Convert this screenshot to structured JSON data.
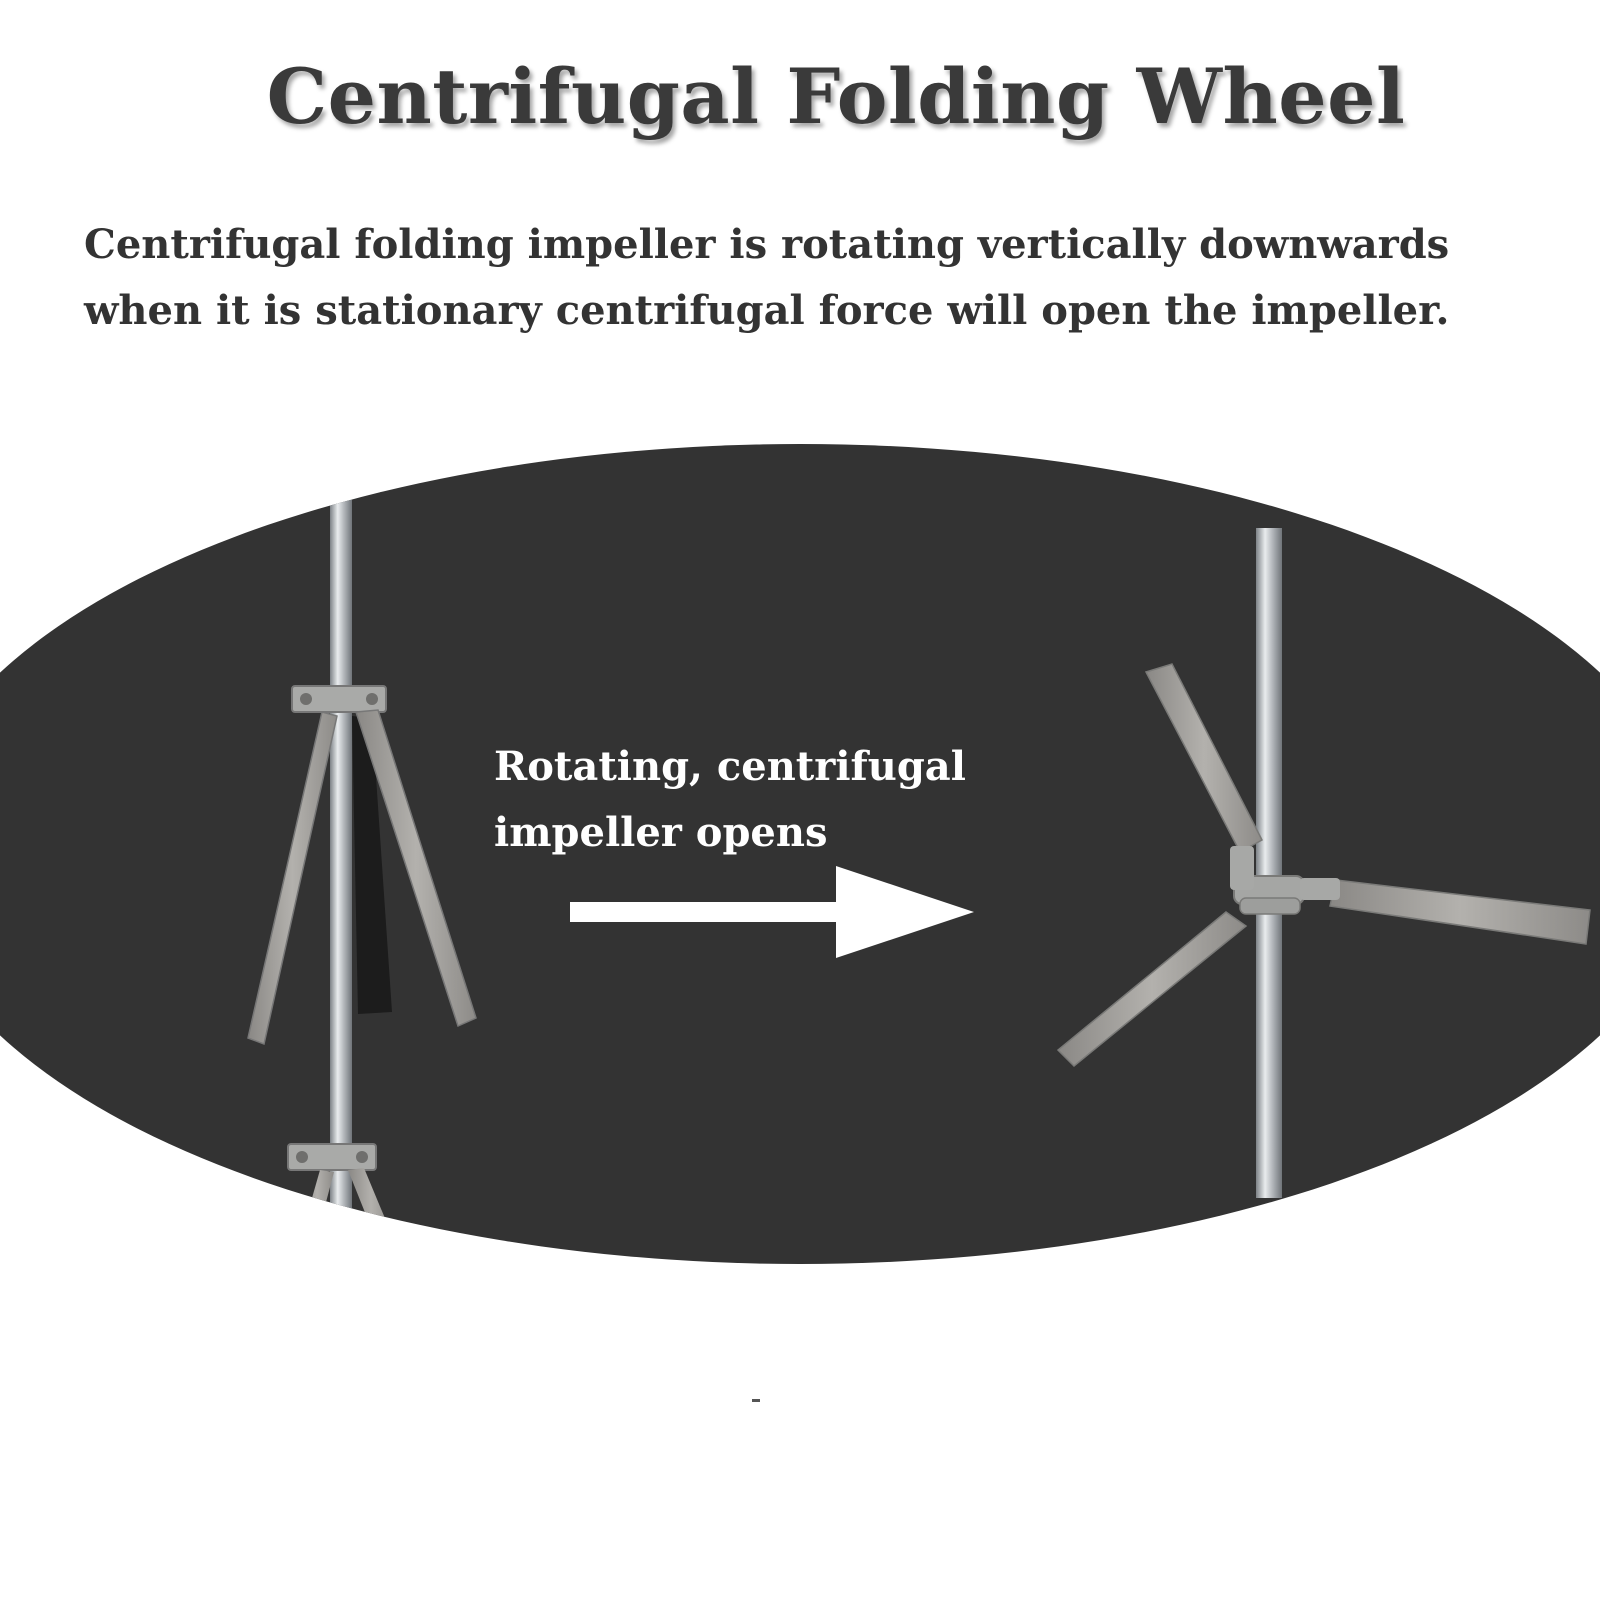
{
  "title": "Centrifugal Folding Wheel",
  "description": {
    "line1": "Centrifugal folding impeller is rotating vertically downwards",
    "line2": "when it is stationary centrifugal force will open the impeller."
  },
  "caption": {
    "line1": "Rotating, centrifugal",
    "line2": "impeller opens"
  },
  "colors": {
    "background": "#ffffff",
    "ellipse": "#333333",
    "title_text": "#3a3a3a",
    "caption_text": "#ffffff",
    "blade": "#9c9a97",
    "rod": "#c8cbce",
    "arrow": "#ffffff"
  },
  "icons": [
    "folded-impeller-icon",
    "open-impeller-icon",
    "right-arrow-icon"
  ]
}
